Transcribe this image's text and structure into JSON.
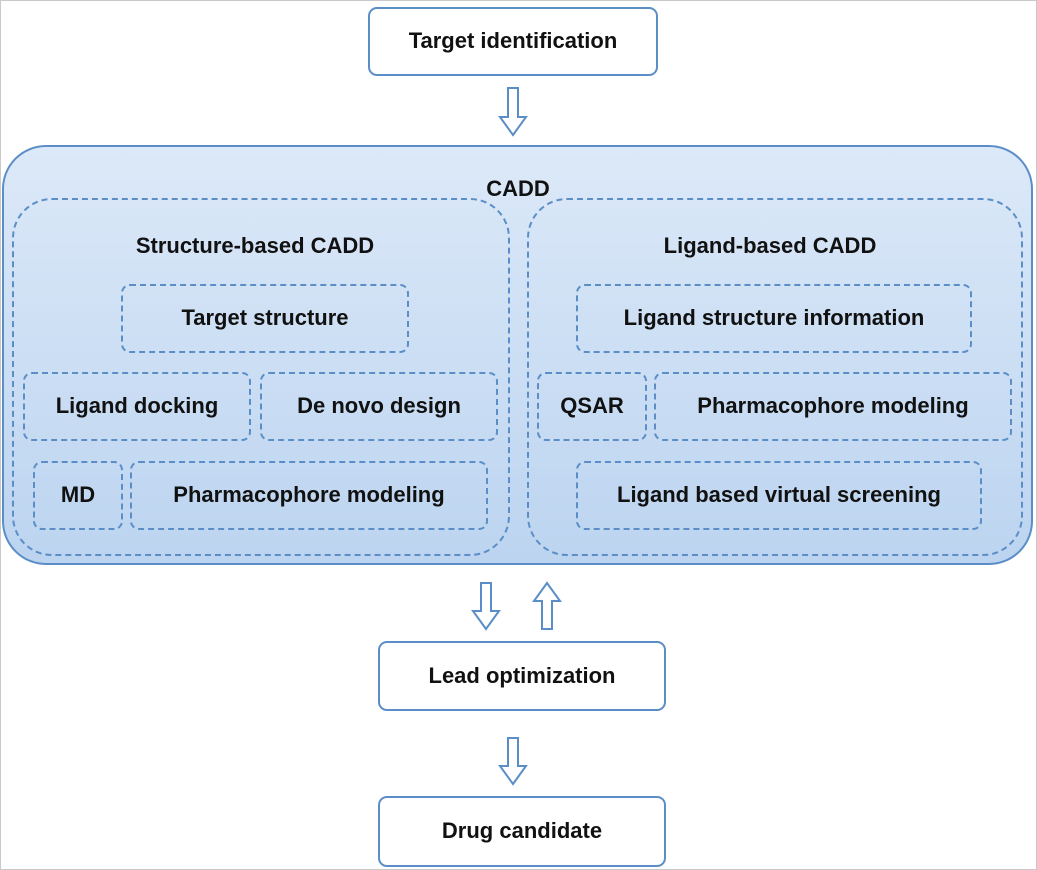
{
  "top": {
    "target_identification": "Target identification"
  },
  "cadd": {
    "title": "CADD",
    "structure": {
      "title": "Structure-based CADD",
      "target_structure": "Target structure",
      "ligand_docking": "Ligand docking",
      "de_novo_design": "De novo design",
      "md": "MD",
      "pharmacophore_modeling": "Pharmacophore modeling"
    },
    "ligand": {
      "title": "Ligand-based CADD",
      "ligand_structure_information": "Ligand structure information",
      "qsar": "QSAR",
      "pharmacophore_modeling": "Pharmacophore modeling",
      "ligand_based_virtual_screening": "Ligand based virtual screening"
    }
  },
  "bottom": {
    "lead_optimization": "Lead optimization",
    "drug_candidate": "Drug candidate"
  },
  "colors": {
    "border": "#5b8ec7",
    "fill_top": "#dce9f8",
    "fill_bottom": "#bcd4f0",
    "text": "#111111"
  },
  "icons": [
    "arrow-down-icon",
    "arrow-up-icon"
  ]
}
